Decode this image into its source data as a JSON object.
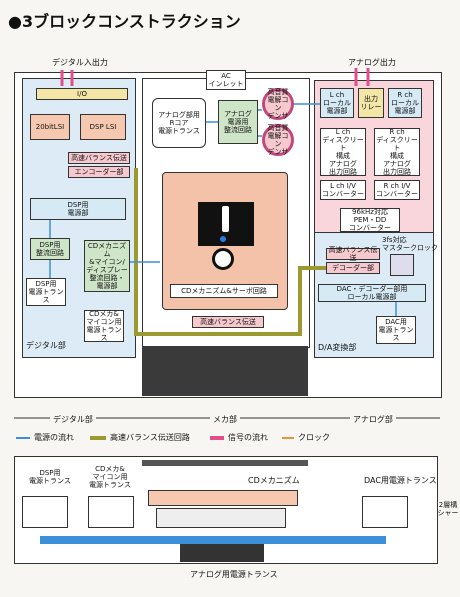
{
  "title": "●3ブロックコンストラクション",
  "top_labels": {
    "digital_io": "デジタル入出力",
    "analog_out": "アナログ出力"
  },
  "digital": {
    "io": "I/O",
    "dsp1": "20bitLSI",
    "dsp2": "DSP LSI",
    "hs_transmit": "高速バランス伝送",
    "encoder": "エンコーダー部",
    "dsp_power": "DSP用\n電源部",
    "dsp_reg": "DSP用\n整流回路",
    "dsp_trans": "DSP用\n電源トランス",
    "section": "デジタル部"
  },
  "mecha": {
    "ac_inlet": "AC\nインレット",
    "analog_rcore": "アナログ部用\nRコア\n電源トランス",
    "analog_reg": "アナログ\n電源用\n整流回路",
    "cap1": "高音質\n電解コン\nデンサ",
    "cap2": "高音質\n電解コン\nデンサ",
    "cd_mech_power": "CDメカニズム\n&マイコン/\nディスプレー\n整流回路・\n電源部",
    "cd_mech_servo": "CDメカニズム&サーボ回路",
    "cd_mecha_trans": "CDメカ&\nマイコン用\n電源トランス",
    "hs_transmit": "高速バランス伝送"
  },
  "analog": {
    "lch_local": "L ch\nローカル\n電源部",
    "output_relay": "出力\nリレー",
    "rch_local": "R ch\nローカル\n電源部",
    "lch_discrete": "L ch\nディスクリート\n構成\nアナログ\n出力回路",
    "rch_discrete": "R ch\nディスクリート\n構成\nアナログ\n出力回路",
    "lch_iv": "L ch I/V\nコンバーター",
    "rch_iv": "R ch I/V\nコンバーター",
    "pem": "96kHz対応\nPEM・DD\nコンバーター",
    "master_clock": "3fs対応\nマスタークロック",
    "hs_transmit": "高速バランス伝送",
    "decoder": "デコーダー部",
    "dac_local": "DAC・デコーダー部用\nローカル電源部",
    "dac_trans": "DAC用\n電源トランス",
    "section": "D/A変換部"
  },
  "bottom_sections": {
    "digital": "デジタル部",
    "mecha": "メカ部",
    "analog": "アナログ部"
  },
  "legend": {
    "power_flow": "電源の流れ",
    "hs_circuit": "高速バランス伝送回路",
    "signal_flow": "信号の流れ",
    "clock": "クロック"
  },
  "side_view": {
    "dsp_trans": "DSP用\n電源トランス",
    "cd_trans": "CDメカ&\nマイコン用\n電源トランス",
    "cd_mechanism": "CDメカニズム",
    "dac_trans": "DAC用電源トランス",
    "analog_trans": "アナログ用電源トランス",
    "note": "2層構\nシャー"
  }
}
